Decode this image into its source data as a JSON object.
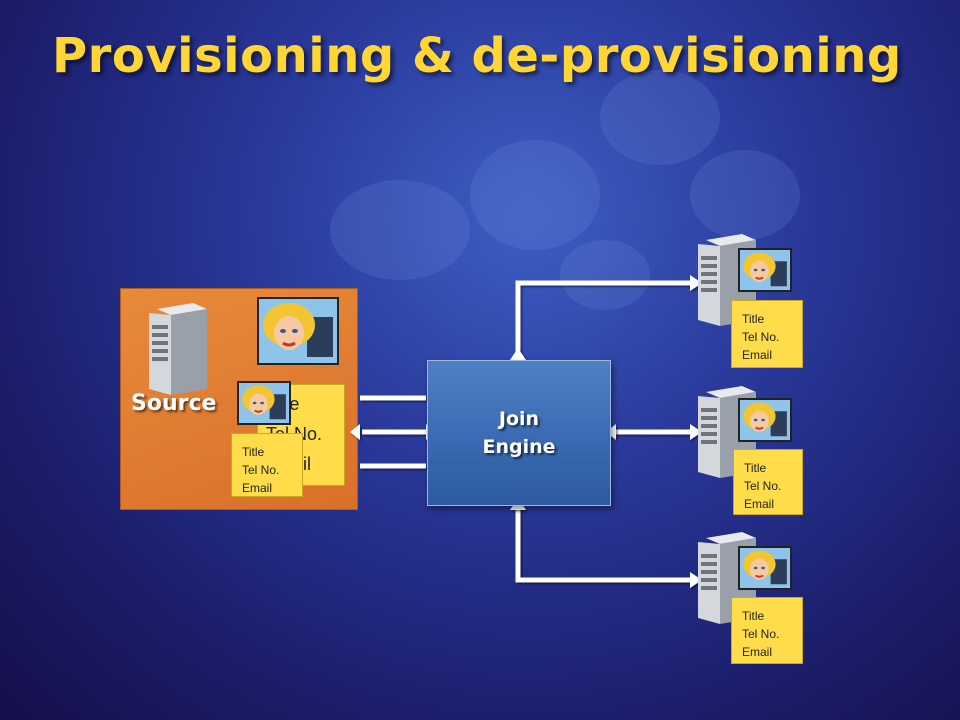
{
  "slide": {
    "title": "Provisioning & de-provisioning"
  },
  "source": {
    "label": "Source",
    "back_card": {
      "lines": [
        "Title",
        "Tel No.",
        "Email"
      ]
    },
    "front_card": {
      "lines": [
        "Title",
        "Tel No.",
        "Email"
      ]
    }
  },
  "join_engine": {
    "line1": "Join",
    "line2": "Engine"
  },
  "targets": [
    {
      "lines": [
        "Title",
        "Tel No.",
        "Email"
      ]
    },
    {
      "lines": [
        "Title",
        "Tel No.",
        "Email"
      ]
    },
    {
      "lines": [
        "Title",
        "Tel No.",
        "Email"
      ]
    }
  ],
  "colors": {
    "title": "#ffd633",
    "card": "#ffdc4a",
    "source_panel": "#e07a30",
    "join_engine": "#4676bd"
  }
}
